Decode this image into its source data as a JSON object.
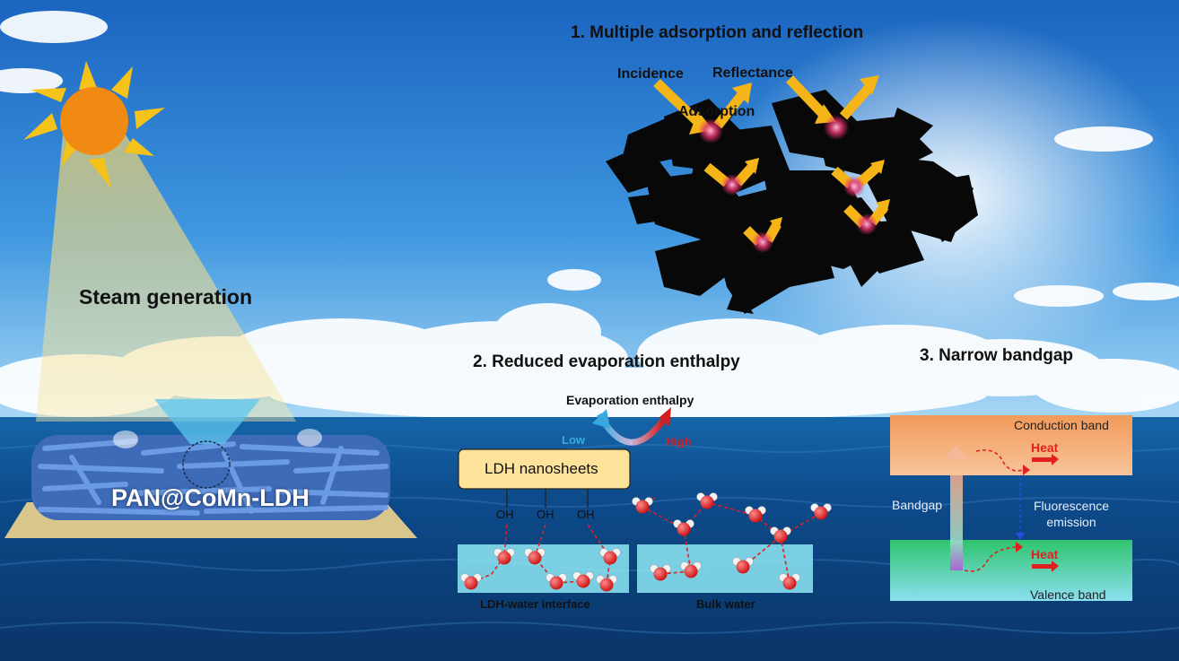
{
  "main_label": "PAN@CoMn-LDH",
  "steam_generation": "Steam generation",
  "section1": {
    "title": "1.   Multiple adsorption and reflection",
    "incidence": "Incidence",
    "reflectance": "Reflectance",
    "adsorption": "Adsorption"
  },
  "section2": {
    "title": "2. Reduced evaporation enthalpy",
    "enthalpy_label": "Evaporation enthalpy",
    "low": "Low",
    "high": "High",
    "nanosheets": "LDH nanosheets",
    "oh": [
      "OH",
      "OH",
      "OH"
    ],
    "interface": "LDH-water interface",
    "bulk": "Bulk water"
  },
  "section3": {
    "title": "3. Narrow bandgap",
    "conduction": "Conduction band",
    "valence": "Valence band",
    "bandgap": "Bandgap",
    "heat_top": "Heat",
    "heat_bottom": "Heat",
    "fluorescence": "Fluorescence\nemission"
  },
  "colors": {
    "sky_top": "#1e73c8",
    "sea": "#0b3f7a",
    "sun": "#f08a12",
    "sun_rays": "#f5c21a",
    "arrow": "#f5b418",
    "high": "#d41f1f",
    "low": "#3aa8e0",
    "conduction_band": "#f2a868",
    "valence_band": "#3cc879",
    "water_box": "#8ee7f5"
  }
}
